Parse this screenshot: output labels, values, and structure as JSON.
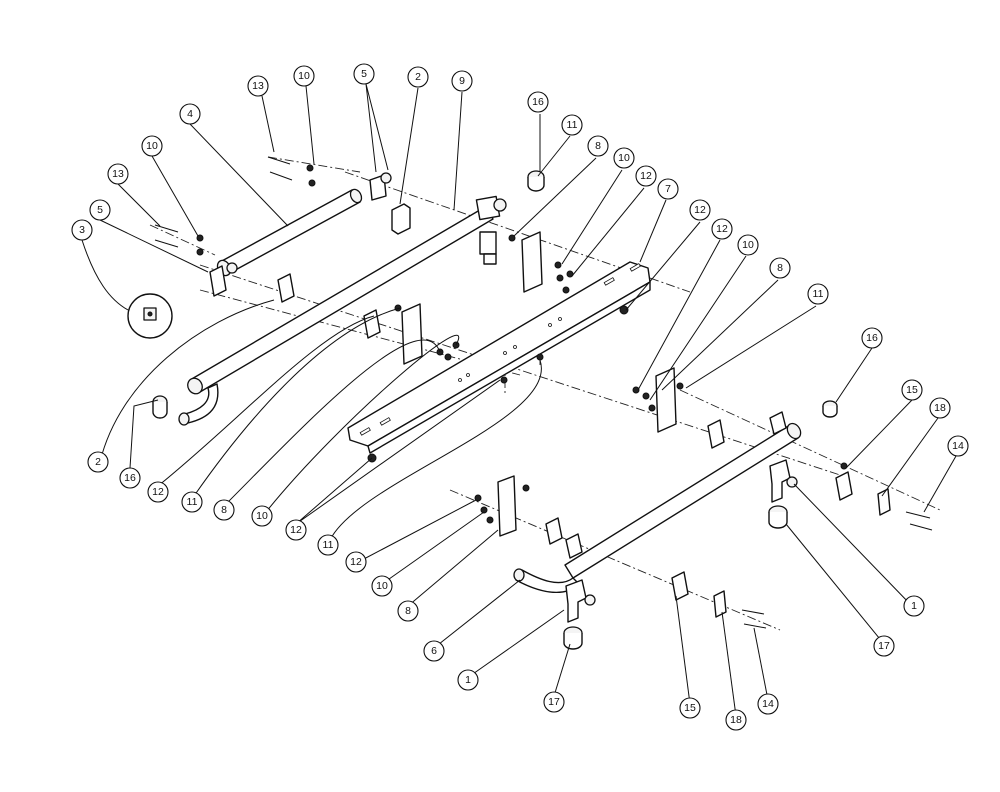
{
  "diagram": {
    "callouts": [
      {
        "id": "c13a",
        "label": "13"
      },
      {
        "id": "c10a",
        "label": "10"
      },
      {
        "id": "c5a",
        "label": "5"
      },
      {
        "id": "c2a",
        "label": "2"
      },
      {
        "id": "c9",
        "label": "9"
      },
      {
        "id": "c16a",
        "label": "16"
      },
      {
        "id": "c11a",
        "label": "11"
      },
      {
        "id": "c8a",
        "label": "8"
      },
      {
        "id": "c10b",
        "label": "10"
      },
      {
        "id": "c12a",
        "label": "12"
      },
      {
        "id": "c7",
        "label": "7"
      },
      {
        "id": "c12b",
        "label": "12"
      },
      {
        "id": "c12c",
        "label": "12"
      },
      {
        "id": "c10c",
        "label": "10"
      },
      {
        "id": "c8b",
        "label": "8"
      },
      {
        "id": "c11b",
        "label": "11"
      },
      {
        "id": "c4",
        "label": "4"
      },
      {
        "id": "c10d",
        "label": "10"
      },
      {
        "id": "c13b",
        "label": "13"
      },
      {
        "id": "c5b",
        "label": "5"
      },
      {
        "id": "c3",
        "label": "3"
      },
      {
        "id": "c16b",
        "label": "16"
      },
      {
        "id": "c15a",
        "label": "15"
      },
      {
        "id": "c18a",
        "label": "18"
      },
      {
        "id": "c14a",
        "label": "14"
      },
      {
        "id": "c2b",
        "label": "2"
      },
      {
        "id": "c16c",
        "label": "16"
      },
      {
        "id": "c12d",
        "label": "12"
      },
      {
        "id": "c11c",
        "label": "11"
      },
      {
        "id": "c8c",
        "label": "8"
      },
      {
        "id": "c10e",
        "label": "10"
      },
      {
        "id": "c12e",
        "label": "12"
      },
      {
        "id": "c11d",
        "label": "11"
      },
      {
        "id": "c12f",
        "label": "12"
      },
      {
        "id": "c10f",
        "label": "10"
      },
      {
        "id": "c8d",
        "label": "8"
      },
      {
        "id": "c6",
        "label": "6"
      },
      {
        "id": "c1a",
        "label": "1"
      },
      {
        "id": "c17a",
        "label": "17"
      },
      {
        "id": "c1b",
        "label": "1"
      },
      {
        "id": "c17b",
        "label": "17"
      },
      {
        "id": "c15b",
        "label": "15"
      },
      {
        "id": "c18b",
        "label": "18"
      },
      {
        "id": "c14b",
        "label": "14"
      }
    ]
  }
}
